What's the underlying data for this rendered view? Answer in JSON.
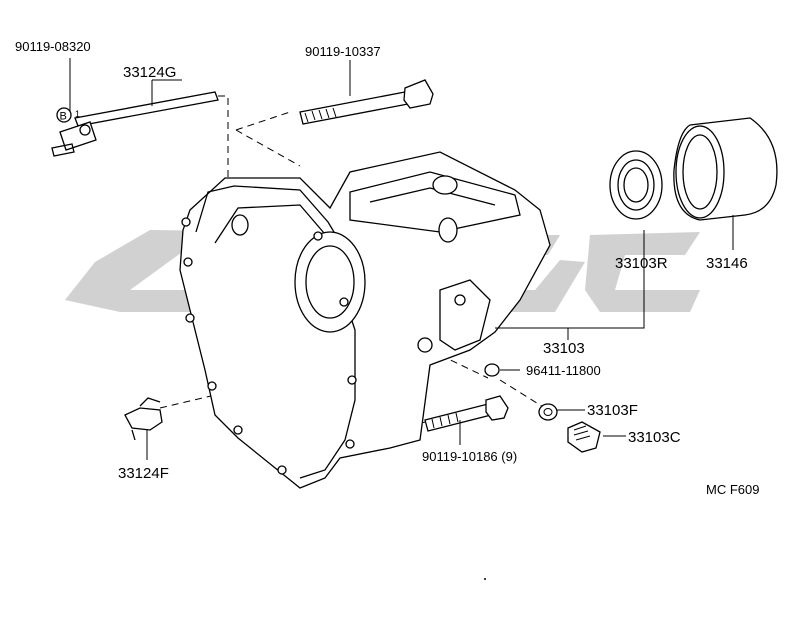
{
  "labels": {
    "p_90119_08320": "90119-08320",
    "p_33124G": "33124G",
    "p_B_mark": "B",
    "p_B_sub": "1",
    "p_90119_10337": "90119-10337",
    "p_33103R": "33103R",
    "p_33146": "33146",
    "p_33103": "33103",
    "p_96411_11800": "96411-11800",
    "p_33103F": "33103F",
    "p_33103C": "33103C",
    "p_90119_10186": "90119-10186 (9)",
    "p_33124F": "33124F",
    "figure_code": "MC F609"
  },
  "colors": {
    "line": "#000000",
    "watermark": "#c9c9c9",
    "background": "#ffffff"
  }
}
